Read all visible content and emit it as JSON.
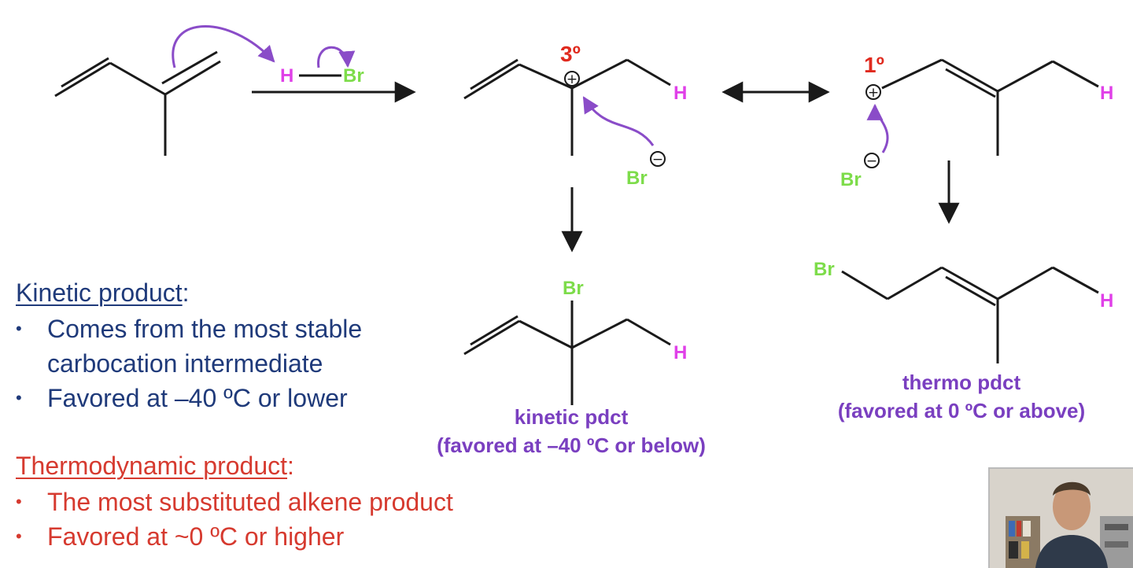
{
  "scheme": {
    "reagent_h": "H",
    "reagent_br": "Br",
    "deg3": "3º",
    "deg1": "1º",
    "h_label": "H",
    "br_label": "Br",
    "plus": "+",
    "minus": "−"
  },
  "products": {
    "kinetic_name": "kinetic pdct",
    "kinetic_cond": "(favored at –40 ºC or below)",
    "thermo_name": "thermo pdct",
    "thermo_cond": "(favored at 0 ºC or above)"
  },
  "kinetic": {
    "heading": "Kinetic product",
    "colon": ":",
    "bullets": [
      "Comes from the most stable",
      "carbocation intermediate",
      "Favored at –40 ºC or lower"
    ]
  },
  "thermo": {
    "heading": "Thermodynamic product",
    "colon": ":",
    "bullets": [
      "The most substituted alkene product",
      "Favored at ~0 ºC or higher"
    ]
  },
  "colors": {
    "heading_blue": "#1f3a7a",
    "heading_red": "#d63a2f",
    "hydrogen": "#e040e8",
    "bromine": "#7ddc4a",
    "arrow_purple": "#8a4cc8",
    "degree_red": "#e02a1e"
  }
}
